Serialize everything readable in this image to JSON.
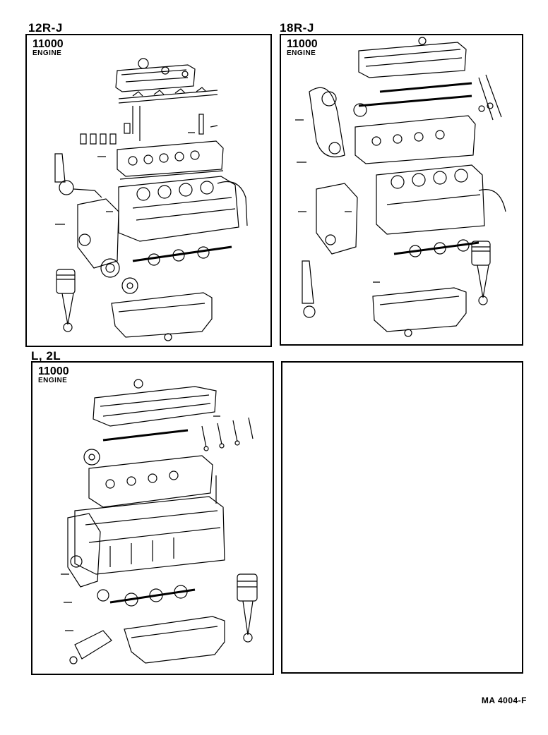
{
  "panels": [
    {
      "model": "12R-J",
      "code": "11000",
      "label": "ENGINE"
    },
    {
      "model": "18R-J",
      "code": "11000",
      "label": "ENGINE"
    },
    {
      "model": "L, 2L",
      "code": "11000",
      "label": "ENGINE"
    },
    {
      "model": "",
      "code": "",
      "label": ""
    }
  ],
  "footer": {
    "reference": "MA 4004-F"
  }
}
